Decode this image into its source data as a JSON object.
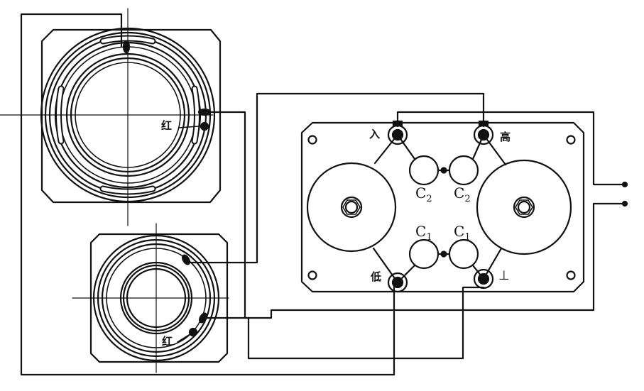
{
  "labels": {
    "red_upper": "红",
    "red_lower": "红",
    "input": "入",
    "high": "高",
    "low": "低",
    "ground": "⊥",
    "c2_left": {
      "base": "C",
      "sub": "2"
    },
    "c2_right": {
      "base": "C",
      "sub": "2"
    },
    "c1_left": {
      "base": "C",
      "sub": "1"
    },
    "c1_right": {
      "base": "C",
      "sub": "1"
    }
  },
  "colors": {
    "ink": "#111111",
    "paper": "#ffffff"
  }
}
